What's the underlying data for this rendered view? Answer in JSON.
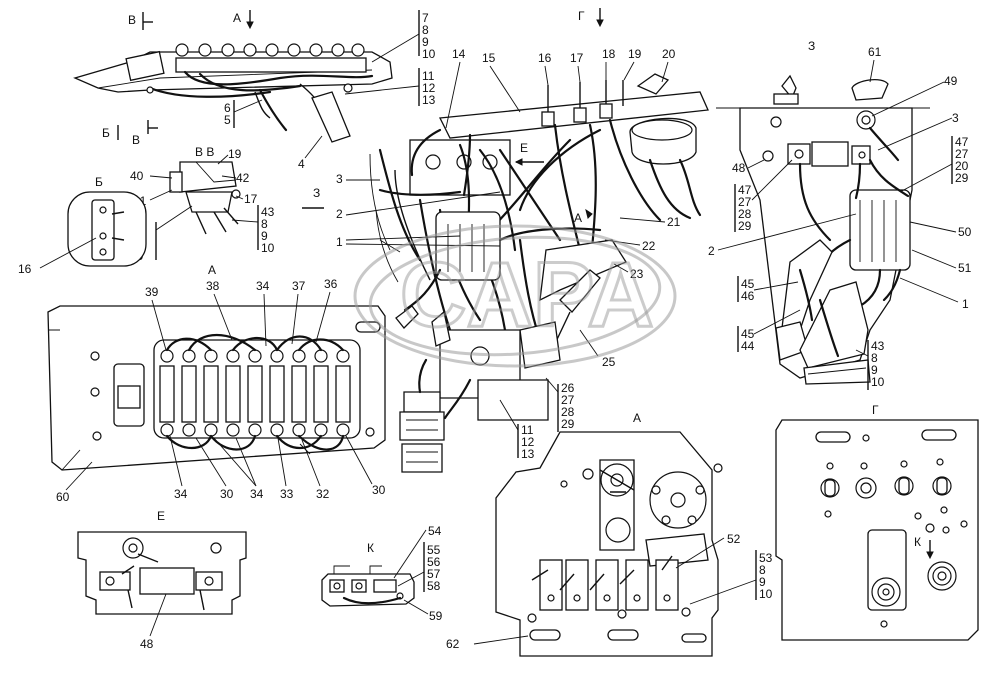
{
  "watermark": "CAPA",
  "view_labels": {
    "B_top": "В",
    "A_top": "А",
    "G_top": "Г",
    "Z_top": "З",
    "B_left": "Б",
    "V_left": "В",
    "B_detail": "Б",
    "VV_detail": "В В",
    "A_panel": "А",
    "Z_arrow": "З",
    "E_arrow": "Е",
    "A_arrow": "А",
    "E_detail": "Е",
    "K_detail": "К",
    "A_bottom": "А",
    "G_panel": "Г",
    "K_arrow": "К"
  },
  "callouts": {
    "c7_10": [
      "7",
      "8",
      "9",
      "10"
    ],
    "c11_13a": [
      "11",
      "12",
      "13"
    ],
    "c6_5": [
      "6",
      "5"
    ],
    "c4": "4",
    "c14": "14",
    "c15": "15",
    "c16": "16",
    "c17": "17",
    "c18": "18",
    "c19": "19",
    "c20": "20",
    "c61": "61",
    "c49": "49",
    "c3a": "3",
    "c3b": "3",
    "c2a": "2",
    "c1a": "1",
    "c21": "21",
    "c22": "22",
    "c23": "23",
    "c25": "25",
    "c26_29": [
      "26",
      "27",
      "28",
      "29"
    ],
    "c11_13b": [
      "11",
      "12",
      "13"
    ],
    "c19b": "19",
    "c40": "40",
    "c41": "41",
    "c42": "42",
    "c17b": "17",
    "c43_10": [
      "43",
      "8",
      "9",
      "10"
    ],
    "c40_10": [
      "40",
      "9",
      "10"
    ],
    "c16b": "16",
    "c39": "39",
    "c38": "38",
    "c34a": "34",
    "c37": "37",
    "c36": "36",
    "c34b": "34",
    "c30a": "30",
    "c34c": "34",
    "c33": "33",
    "c32": "32",
    "c30b": "30",
    "c60": "60",
    "c48a": "48",
    "c47_29a": [
      "47",
      "27",
      "28",
      "29"
    ],
    "c47_29b": [
      "47",
      "27",
      "20",
      "29"
    ],
    "c2b": "2",
    "c50": "50",
    "c51": "51",
    "c1b": "1",
    "c45_46": [
      "45",
      "46"
    ],
    "c45_44": [
      "45",
      "44"
    ],
    "c43_10b": [
      "43",
      "8",
      "9",
      "10"
    ],
    "c48b": "48",
    "c54": "54",
    "c55_58": [
      "55",
      "56",
      "57",
      "58"
    ],
    "c59": "59",
    "c52": "52",
    "c53_10": [
      "53",
      "8",
      "9",
      "10"
    ],
    "c62": "62"
  }
}
